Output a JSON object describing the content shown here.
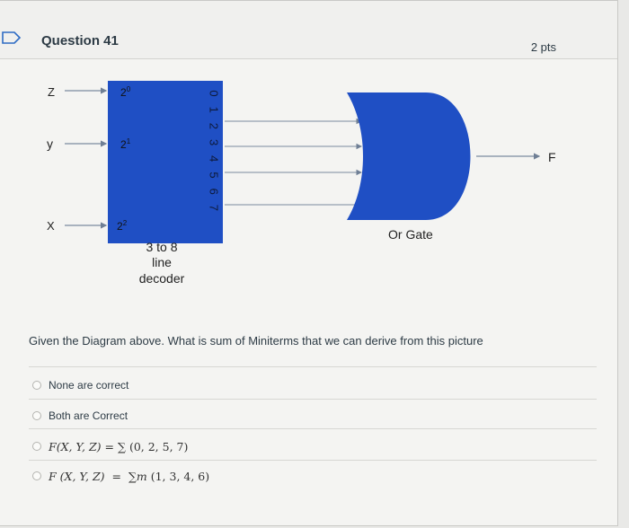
{
  "header": {
    "title": "Question 41",
    "points": "2 pts"
  },
  "diagram": {
    "inputs": [
      "Z",
      "y",
      "X"
    ],
    "input_weights": [
      {
        "base": "2",
        "exp": "0"
      },
      {
        "base": "2",
        "exp": "1"
      },
      {
        "base": "2",
        "exp": "2"
      }
    ],
    "output_lines": [
      "0",
      "1",
      "2",
      "3",
      "4",
      "5",
      "6",
      "7"
    ],
    "decoder_label": [
      "3 to 8",
      "line",
      "decoder"
    ],
    "gate_label": "Or Gate",
    "output_label": "F",
    "colors": {
      "decoder_fill": "#1f4fc4",
      "gate_fill": "#1f4fc4",
      "wire": "#7a8a9e"
    }
  },
  "question": {
    "text": "Given the Diagram above. What is sum of Miniterms that we can derive from this picture"
  },
  "options": [
    {
      "label": "None are correct"
    },
    {
      "label": "Both are Correct"
    },
    {
      "func": "F",
      "vars": "(X, Y, Z)",
      "eq": "=",
      "sum": "∑",
      "m": "",
      "terms": "(0, 2, 5, 7)"
    },
    {
      "func": "F",
      "vars": "(X, Y, Z)",
      "eq": "=",
      "sum": "∑",
      "m": "m",
      "terms": "(1, 3, 4, 6)"
    }
  ]
}
